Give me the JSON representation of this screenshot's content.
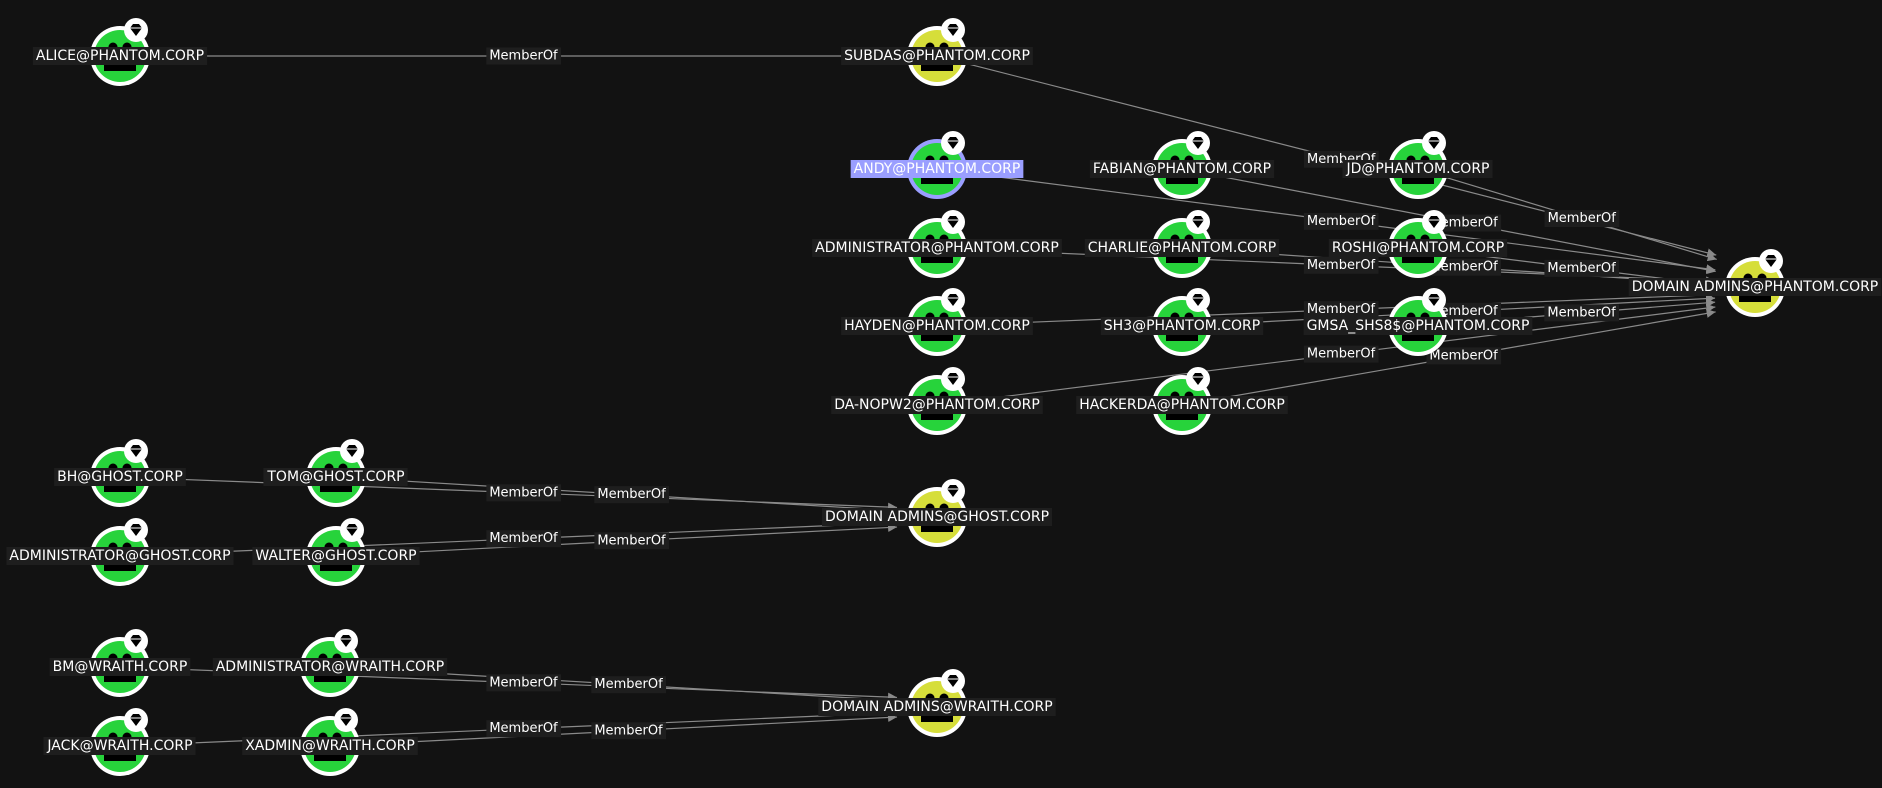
{
  "colors": {
    "background": "#121212",
    "user_node": "#27d33b",
    "group_node": "#d6de3a",
    "edge": "#8a8a8a",
    "label_bg": "#1e1e1e",
    "selected_label_bg": "#9a9eff",
    "selected_ring": "#9a9eff"
  },
  "icons": {
    "node": "person-icon",
    "badge": "gem-icon"
  },
  "graph": {
    "nodes": [
      {
        "id": "alice",
        "label": "ALICE@PHANTOM.CORP",
        "type": "user"
      },
      {
        "id": "subdas",
        "label": "SUBDAS@PHANTOM.CORP",
        "type": "group"
      },
      {
        "id": "andy",
        "label": "ANDY@PHANTOM.CORP",
        "type": "user",
        "selected": true
      },
      {
        "id": "fabian",
        "label": "FABIAN@PHANTOM.CORP",
        "type": "user"
      },
      {
        "id": "jd",
        "label": "JD@PHANTOM.CORP",
        "type": "user"
      },
      {
        "id": "admin_ph",
        "label": "ADMINISTRATOR@PHANTOM.CORP",
        "type": "user"
      },
      {
        "id": "charlie",
        "label": "CHARLIE@PHANTOM.CORP",
        "type": "user"
      },
      {
        "id": "roshi",
        "label": "ROSHI@PHANTOM.CORP",
        "type": "user"
      },
      {
        "id": "hayden",
        "label": "HAYDEN@PHANTOM.CORP",
        "type": "user"
      },
      {
        "id": "sh3",
        "label": "SH3@PHANTOM.CORP",
        "type": "user"
      },
      {
        "id": "gmsa",
        "label": "GMSA_SHS8$@PHANTOM.CORP",
        "type": "user"
      },
      {
        "id": "danopw2",
        "label": "DA-NOPW2@PHANTOM.CORP",
        "type": "user"
      },
      {
        "id": "hackerda",
        "label": "HACKERDA@PHANTOM.CORP",
        "type": "user"
      },
      {
        "id": "da_ph",
        "label": "DOMAIN ADMINS@PHANTOM.CORP",
        "type": "group"
      },
      {
        "id": "bh",
        "label": "BH@GHOST.CORP",
        "type": "user"
      },
      {
        "id": "tom",
        "label": "TOM@GHOST.CORP",
        "type": "user"
      },
      {
        "id": "admin_gh",
        "label": "ADMINISTRATOR@GHOST.CORP",
        "type": "user"
      },
      {
        "id": "walter",
        "label": "WALTER@GHOST.CORP",
        "type": "user"
      },
      {
        "id": "da_gh",
        "label": "DOMAIN ADMINS@GHOST.CORP",
        "type": "group"
      },
      {
        "id": "bm",
        "label": "BM@WRAITH.CORP",
        "type": "user"
      },
      {
        "id": "admin_wr",
        "label": "ADMINISTRATOR@WRAITH.CORP",
        "type": "user"
      },
      {
        "id": "jack",
        "label": "JACK@WRAITH.CORP",
        "type": "user"
      },
      {
        "id": "xadmin",
        "label": "XADMIN@WRAITH.CORP",
        "type": "user"
      },
      {
        "id": "da_wr",
        "label": "DOMAIN ADMINS@WRAITH.CORP",
        "type": "group"
      }
    ],
    "edges": [
      {
        "from": "alice",
        "to": "subdas",
        "label": "MemberOf"
      },
      {
        "from": "subdas",
        "to": "da_ph",
        "label": "MemberOf"
      },
      {
        "from": "andy",
        "to": "da_ph",
        "label": "MemberOf"
      },
      {
        "from": "fabian",
        "to": "da_ph",
        "label": "MemberOf"
      },
      {
        "from": "jd",
        "to": "da_ph",
        "label": "MemberOf"
      },
      {
        "from": "admin_ph",
        "to": "da_ph",
        "label": "MemberOf"
      },
      {
        "from": "charlie",
        "to": "da_ph",
        "label": "MemberOf"
      },
      {
        "from": "roshi",
        "to": "da_ph",
        "label": "MemberOf"
      },
      {
        "from": "hayden",
        "to": "da_ph",
        "label": "MemberOf"
      },
      {
        "from": "sh3",
        "to": "da_ph",
        "label": "MemberOf"
      },
      {
        "from": "gmsa",
        "to": "da_ph",
        "label": "MemberOf"
      },
      {
        "from": "danopw2",
        "to": "da_ph",
        "label": "MemberOf"
      },
      {
        "from": "hackerda",
        "to": "da_ph",
        "label": "MemberOf"
      },
      {
        "from": "bh",
        "to": "da_gh",
        "label": "MemberOf"
      },
      {
        "from": "tom",
        "to": "da_gh",
        "label": "MemberOf"
      },
      {
        "from": "admin_gh",
        "to": "da_gh",
        "label": "MemberOf"
      },
      {
        "from": "walter",
        "to": "da_gh",
        "label": "MemberOf"
      },
      {
        "from": "bm",
        "to": "da_wr",
        "label": "MemberOf"
      },
      {
        "from": "admin_wr",
        "to": "da_wr",
        "label": "MemberOf"
      },
      {
        "from": "jack",
        "to": "da_wr",
        "label": "MemberOf"
      },
      {
        "from": "xadmin",
        "to": "da_wr",
        "label": "MemberOf"
      }
    ]
  }
}
